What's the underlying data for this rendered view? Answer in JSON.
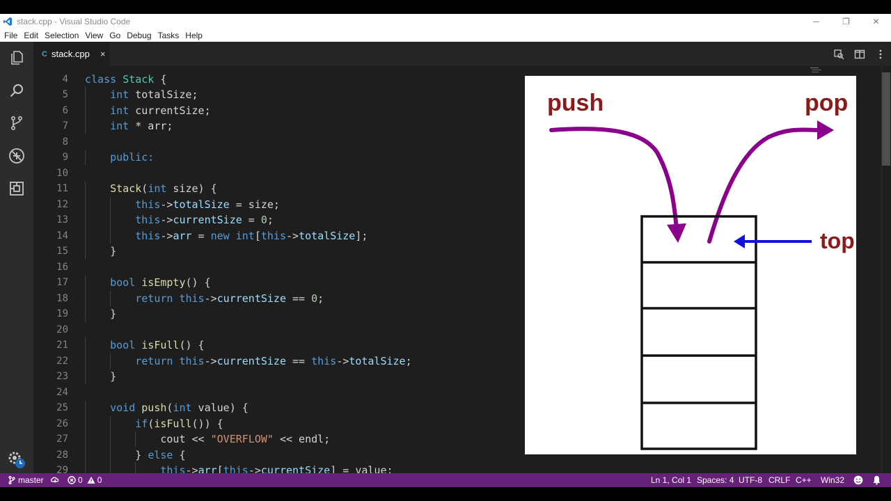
{
  "window": {
    "title": "stack.cpp - Visual Studio Code",
    "controls": {
      "minimize": "─",
      "restore": "❐",
      "close": "✕"
    }
  },
  "menu": [
    "File",
    "Edit",
    "Selection",
    "View",
    "Go",
    "Debug",
    "Tasks",
    "Help"
  ],
  "activity_bar": [
    "explorer-icon",
    "search-icon",
    "source-control-icon",
    "debug-icon",
    "extensions-icon",
    "settings-gear-icon"
  ],
  "tab": {
    "name": "stack.cpp",
    "icon_glyph": "C",
    "close": "×"
  },
  "editor": {
    "first_line_number": 4,
    "lines": [
      [
        {
          "t": "class ",
          "c": "kw"
        },
        {
          "t": "Stack",
          "c": "ty"
        },
        {
          "t": " {"
        }
      ],
      [
        {
          "t": "    "
        },
        {
          "t": "int",
          "c": "kw"
        },
        {
          "t": " totalSize;"
        }
      ],
      [
        {
          "t": "    "
        },
        {
          "t": "int",
          "c": "kw"
        },
        {
          "t": " currentSize;"
        }
      ],
      [
        {
          "t": "    "
        },
        {
          "t": "int",
          "c": "kw"
        },
        {
          "t": " * arr;"
        }
      ],
      [],
      [
        {
          "t": "    "
        },
        {
          "t": "public:",
          "c": "kw"
        }
      ],
      [],
      [
        {
          "t": "    "
        },
        {
          "t": "Stack",
          "c": "fn"
        },
        {
          "t": "("
        },
        {
          "t": "int",
          "c": "kw"
        },
        {
          "t": " size) {"
        }
      ],
      [
        {
          "t": "        "
        },
        {
          "t": "this",
          "c": "kw"
        },
        {
          "t": "->"
        },
        {
          "t": "totalSize",
          "c": "mem"
        },
        {
          "t": " = size;"
        }
      ],
      [
        {
          "t": "        "
        },
        {
          "t": "this",
          "c": "kw"
        },
        {
          "t": "->"
        },
        {
          "t": "currentSize",
          "c": "mem"
        },
        {
          "t": " = "
        },
        {
          "t": "0",
          "c": "num"
        },
        {
          "t": ";"
        }
      ],
      [
        {
          "t": "        "
        },
        {
          "t": "this",
          "c": "kw"
        },
        {
          "t": "->"
        },
        {
          "t": "arr",
          "c": "mem"
        },
        {
          "t": " = "
        },
        {
          "t": "new",
          "c": "kw"
        },
        {
          "t": " "
        },
        {
          "t": "int",
          "c": "kw"
        },
        {
          "t": "["
        },
        {
          "t": "this",
          "c": "kw"
        },
        {
          "t": "->"
        },
        {
          "t": "totalSize",
          "c": "mem"
        },
        {
          "t": "];"
        }
      ],
      [
        {
          "t": "    }"
        }
      ],
      [],
      [
        {
          "t": "    "
        },
        {
          "t": "bool",
          "c": "kw"
        },
        {
          "t": " "
        },
        {
          "t": "isEmpty",
          "c": "fn"
        },
        {
          "t": "() {"
        }
      ],
      [
        {
          "t": "        "
        },
        {
          "t": "return",
          "c": "kw"
        },
        {
          "t": " "
        },
        {
          "t": "this",
          "c": "kw"
        },
        {
          "t": "->"
        },
        {
          "t": "currentSize",
          "c": "mem"
        },
        {
          "t": " == "
        },
        {
          "t": "0",
          "c": "num"
        },
        {
          "t": ";"
        }
      ],
      [
        {
          "t": "    }"
        }
      ],
      [],
      [
        {
          "t": "    "
        },
        {
          "t": "bool",
          "c": "kw"
        },
        {
          "t": " "
        },
        {
          "t": "isFull",
          "c": "fn"
        },
        {
          "t": "() {"
        }
      ],
      [
        {
          "t": "        "
        },
        {
          "t": "return",
          "c": "kw"
        },
        {
          "t": " "
        },
        {
          "t": "this",
          "c": "kw"
        },
        {
          "t": "->"
        },
        {
          "t": "currentSize",
          "c": "mem"
        },
        {
          "t": " == "
        },
        {
          "t": "this",
          "c": "kw"
        },
        {
          "t": "->"
        },
        {
          "t": "totalSize",
          "c": "mem"
        },
        {
          "t": ";"
        }
      ],
      [
        {
          "t": "    }"
        }
      ],
      [],
      [
        {
          "t": "    "
        },
        {
          "t": "void",
          "c": "kw"
        },
        {
          "t": " "
        },
        {
          "t": "push",
          "c": "fn"
        },
        {
          "t": "("
        },
        {
          "t": "int",
          "c": "kw"
        },
        {
          "t": " value) {"
        }
      ],
      [
        {
          "t": "        "
        },
        {
          "t": "if",
          "c": "kw"
        },
        {
          "t": "("
        },
        {
          "t": "isFull",
          "c": "fn"
        },
        {
          "t": "()) {"
        }
      ],
      [
        {
          "t": "            cout << "
        },
        {
          "t": "\"OVERFLOW\"",
          "c": "str"
        },
        {
          "t": " << endl;"
        }
      ],
      [
        {
          "t": "        } "
        },
        {
          "t": "else",
          "c": "kw"
        },
        {
          "t": " {"
        }
      ],
      [
        {
          "t": "            "
        },
        {
          "t": "this",
          "c": "kw"
        },
        {
          "t": "->"
        },
        {
          "t": "arr",
          "c": "mem"
        },
        {
          "t": "["
        },
        {
          "t": "this",
          "c": "kw"
        },
        {
          "t": "->"
        },
        {
          "t": "currentSize",
          "c": "mem"
        },
        {
          "t": "] = value;"
        }
      ]
    ]
  },
  "diagram": {
    "push_label": "push",
    "pop_label": "pop",
    "top_label": "top",
    "push_pop_color": "#8b008b",
    "top_color": "#1010e0",
    "label_color": "#8b1a1a"
  },
  "status": {
    "branch": "master",
    "errors": "0",
    "warnings": "0",
    "position": "Ln 1, Col 1",
    "spaces": "Spaces: 4",
    "encoding": "UTF-8",
    "eol": "CRLF",
    "language": "C++",
    "platform": "Win32",
    "bg_color": "#68217a"
  }
}
